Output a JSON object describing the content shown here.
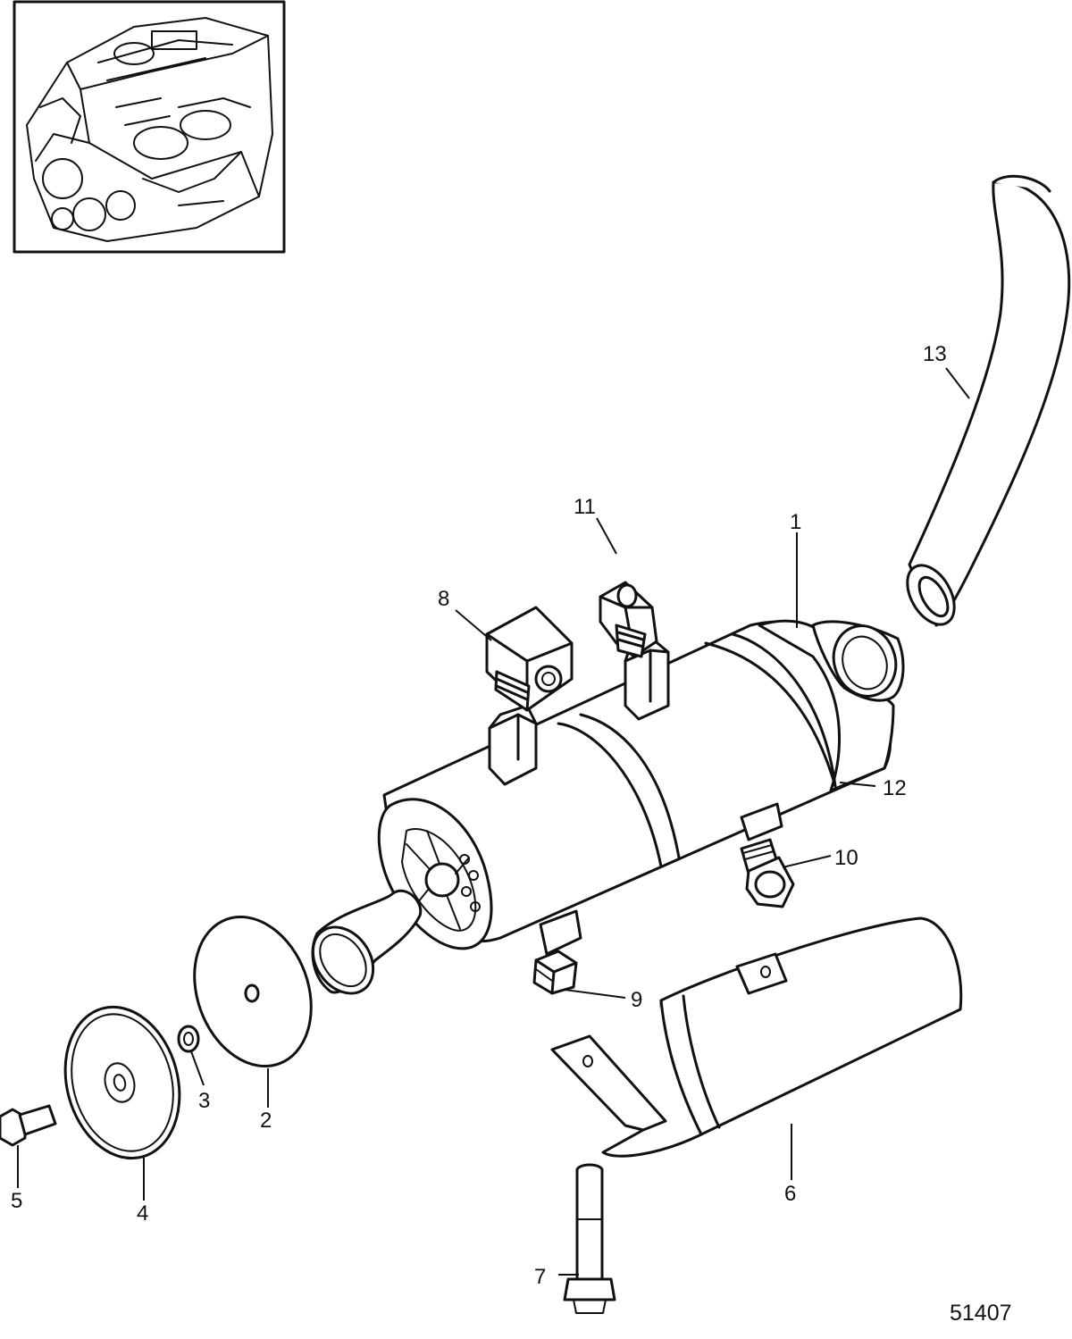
{
  "diagram": {
    "figure_number": "51407",
    "callouts": [
      "1",
      "2",
      "3",
      "4",
      "5",
      "6",
      "7",
      "8",
      "9",
      "10",
      "11",
      "12",
      "13"
    ]
  },
  "colors": {
    "ink": "#111111",
    "background": "#ffffff"
  }
}
